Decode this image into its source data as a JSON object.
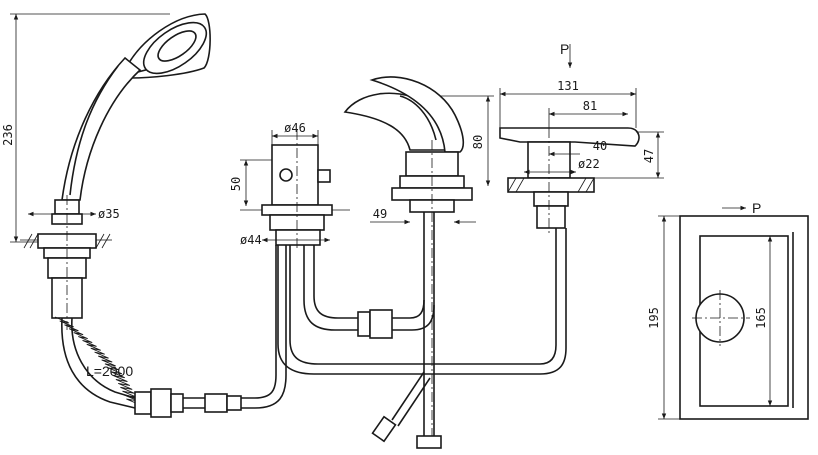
{
  "dimensions": {
    "handset_height": "236",
    "handset_connector_diameter": "ø35",
    "hose_length": "L=2000",
    "diverter_diameter": "ø46",
    "diverter_height": "50",
    "diverter_base_diameter": "ø44",
    "spout_offset": "49",
    "spout_height": "80",
    "lever_overall_length": "131",
    "lever_reach": "81",
    "lever_base_offset": "40",
    "lever_body_diameter": "ø22",
    "lever_height": "47",
    "plate_height": "195",
    "plate_inner_height": "165"
  },
  "labels": {
    "pressure_top": "P",
    "pressure_plan": "P"
  }
}
